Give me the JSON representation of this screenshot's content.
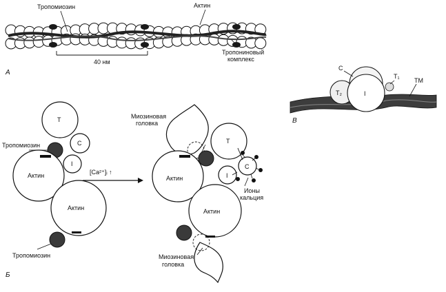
{
  "panel_a": {
    "panel_label": "А",
    "tropomyosin_label": "Тропомиозин",
    "actin_label": "Актин",
    "troponin_label_line1": "Тропониновый",
    "troponin_label_line2": "комплекс",
    "scale_label": "40 нм"
  },
  "panel_b": {
    "panel_label": "Б",
    "left": {
      "tropomyosin_top": "Тропомиозин",
      "tropomyosin_bottom": "Тропомиозин",
      "actin_1": "Актин",
      "actin_2": "Актин",
      "troponin_t": "Т",
      "troponin_c": "С",
      "troponin_i": "I"
    },
    "arrow_label": "[Ca²⁺]ᵢ ↑",
    "right": {
      "myosin_head_top_line1": "Миозиновая",
      "myosin_head_top_line2": "головка",
      "myosin_head_bottom_line1": "Миозиновая",
      "myosin_head_bottom_line2": "головка",
      "actin_1": "Актин",
      "actin_2": "Актин",
      "troponin_t": "Т",
      "troponin_c": "С",
      "troponin_i": "I",
      "calcium_ions_line1": "Ионы",
      "calcium_ions_line2": "кальция"
    }
  },
  "panel_c": {
    "panel_label": "В",
    "label_c": "C",
    "label_t1": "T₁",
    "label_t2": "T₂",
    "label_i": "I",
    "label_tm": "TM"
  }
}
